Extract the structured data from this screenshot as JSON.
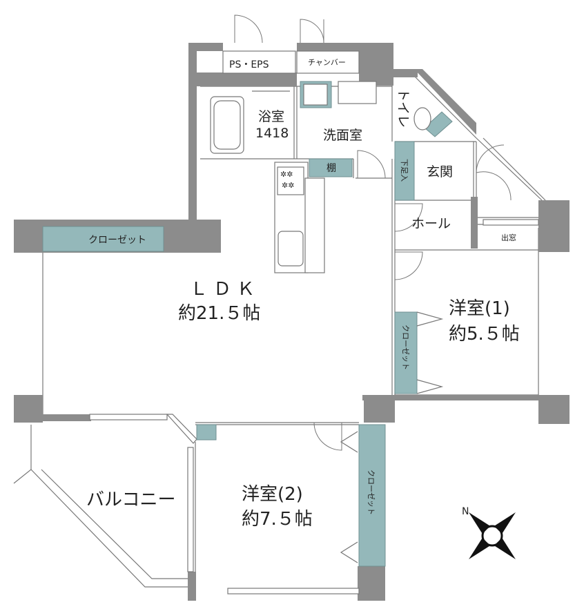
{
  "rooms": {
    "ldk_name": "ＬＤＫ",
    "ldk_size": "約21.５帖",
    "bath_name": "浴室",
    "bath_size": "1418",
    "washroom": "洗面室",
    "toilet": "トイレ",
    "entrance": "玄関",
    "hall": "ホール",
    "room1_name": "洋室(1)",
    "room1_size": "約5.５帖",
    "room2_name": "洋室(2)",
    "room2_size": "約7.５帖",
    "balcony": "バルコニー"
  },
  "storage": {
    "closet_ldk": "クローゼット",
    "closet_room1": "クローゼット",
    "closet_room2": "クローゼット",
    "shelf": "棚",
    "shoe_box": "下足入",
    "ps_eps": "PS・EPS",
    "chamber": "チャンバー",
    "bay_window": "出窓"
  },
  "compass": {
    "north_label": "N"
  },
  "colors": {
    "wall": "#8c8c8c",
    "storage_fill": "#94b8ba",
    "line": "#777777",
    "background": "#ffffff"
  }
}
